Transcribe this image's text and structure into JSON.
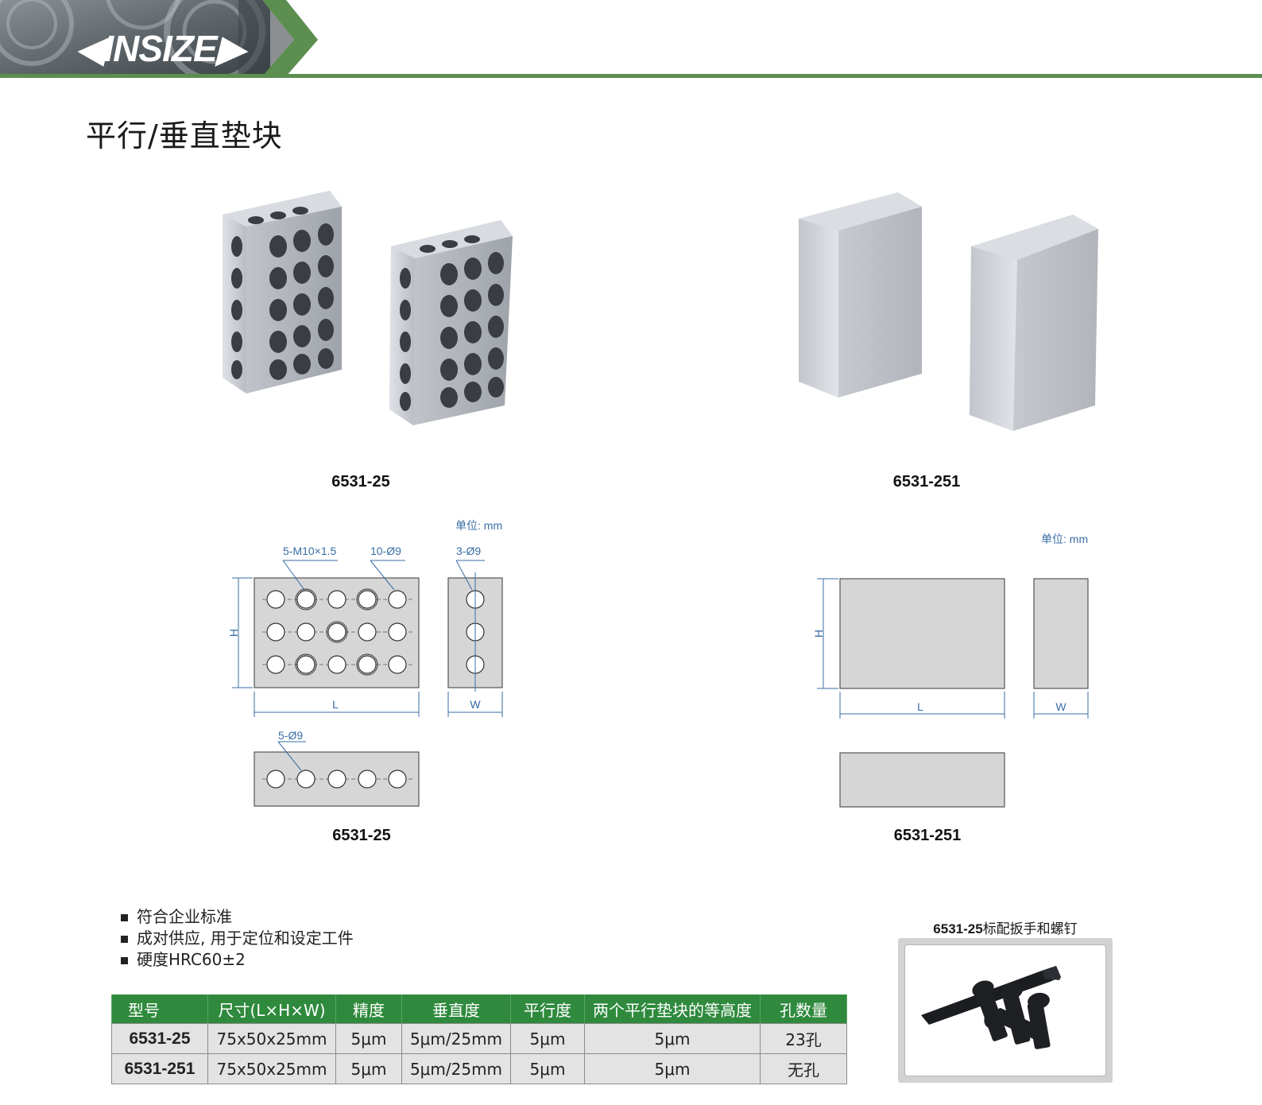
{
  "header": {
    "brand": "INSIZE",
    "colors": {
      "accent_green": "#5b8e4f",
      "table_header": "#2f8a3d",
      "dimension_blue": "#3a6da6"
    }
  },
  "page": {
    "title": "平行/垂直垫块"
  },
  "products": [
    {
      "model": "6531-25"
    },
    {
      "model": "6531-251"
    }
  ],
  "drawings": {
    "left": {
      "unit": "单位: mm",
      "labels": {
        "thread": "5-M10×1.5",
        "holes_front": "10-Ø9",
        "holes_side": "3-Ø9",
        "holes_top": "5-Ø9",
        "h": "H",
        "l": "L",
        "w": "W"
      },
      "caption": "6531-25"
    },
    "right": {
      "unit": "单位: mm",
      "labels": {
        "h": "H",
        "l": "L",
        "w": "W"
      },
      "caption": "6531-251"
    }
  },
  "features": [
    "符合企业标准",
    "成对供应, 用于定位和设定工件",
    "硬度HRC60±2"
  ],
  "spec_table": {
    "headers": [
      "型号",
      "尺寸(L×H×W)",
      "精度",
      "垂直度",
      "平行度",
      "两个平行垫块的等高度",
      "孔数量"
    ],
    "rows": [
      [
        "6531-25",
        "75x50x25mm",
        "5μm",
        "5μm/25mm",
        "5μm",
        "5μm",
        "23孔"
      ],
      [
        "6531-251",
        "75x50x25mm",
        "5μm",
        "5μm/25mm",
        "5μm",
        "5μm",
        "无孔"
      ]
    ]
  },
  "accessory": {
    "model": "6531-25",
    "caption": "标配扳手和螺钉"
  }
}
